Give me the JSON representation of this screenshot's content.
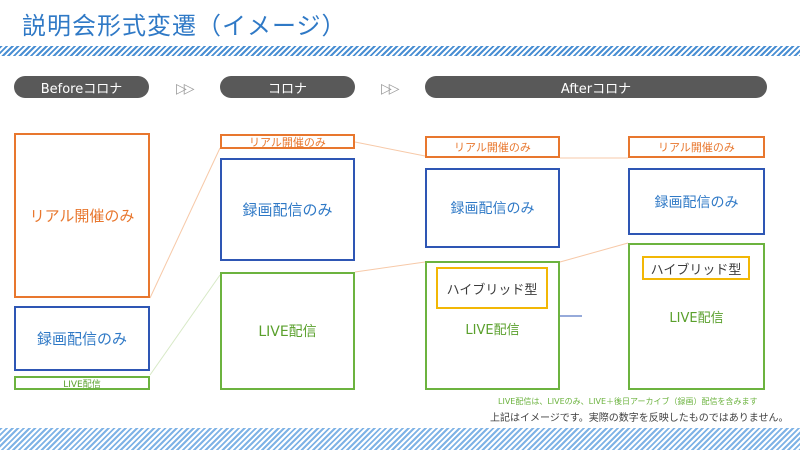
{
  "title": "説明会形式変遷（イメージ）",
  "phases": {
    "before": "Beforeコロナ",
    "corona": "コロナ",
    "after": "Afterコロナ"
  },
  "icons": {
    "arrow": "double-triangle-right-icon"
  },
  "boxes": {
    "real": "リアル開催のみ",
    "recorded": "録画配信のみ",
    "live": "LIVE配信",
    "hybrid": "ハイブリッド型"
  },
  "notes": {
    "live_note": "LIVE配信は、LIVEのみ、LIVE＋後日アーカイブ（録画）配信を含みます",
    "disclaimer": "上記はイメージです。実際の数字を反映したものではありません。"
  },
  "colors": {
    "title": "#2f79c6",
    "real": "#e8772e",
    "recorded_border": "#2e56b4",
    "live": "#6cb33f",
    "hybrid_border": "#f2b705",
    "pill": "#595959"
  }
}
